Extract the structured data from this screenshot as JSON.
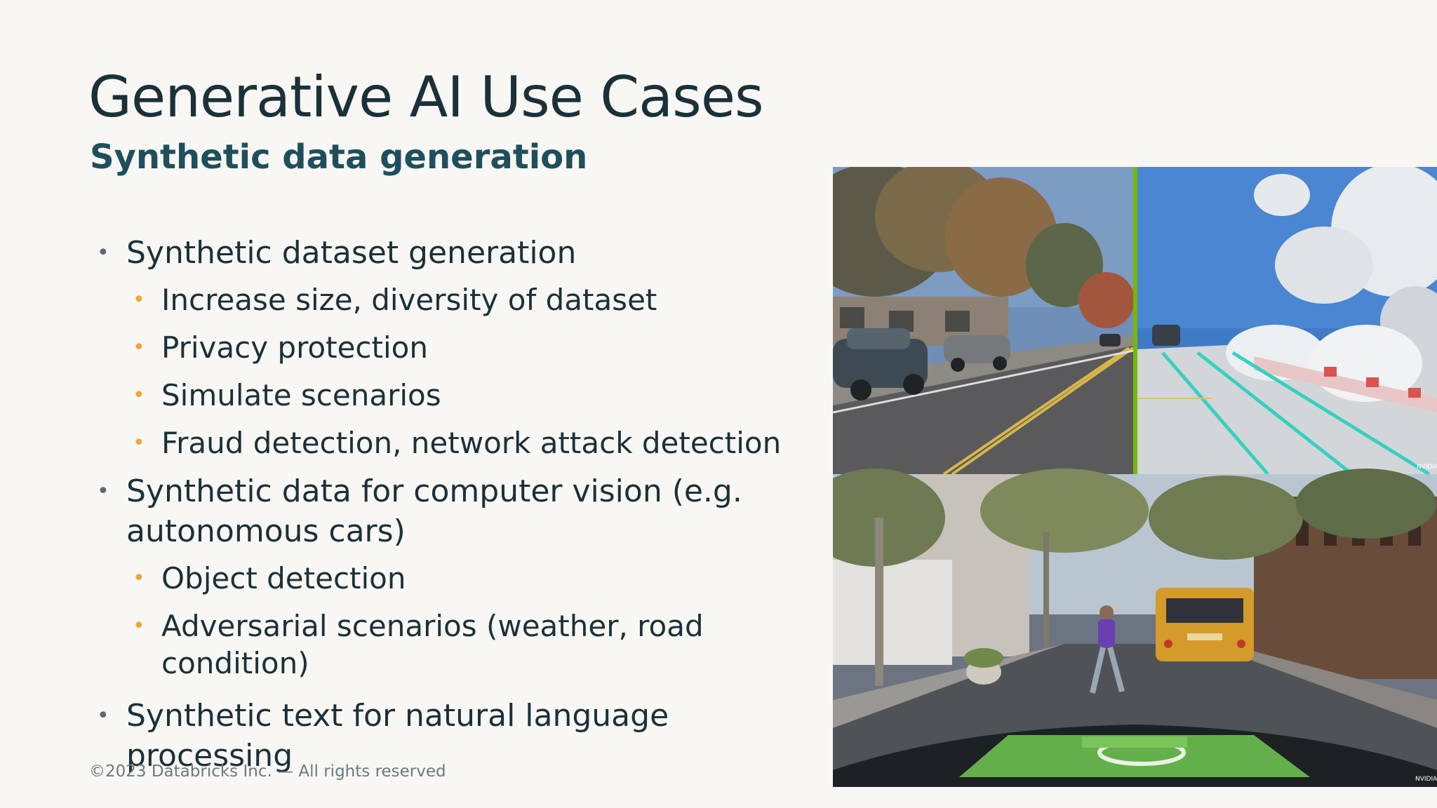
{
  "slide": {
    "title": "Generative AI Use Cases",
    "subtitle": "Synthetic data generation",
    "bullets": [
      {
        "text": "Synthetic dataset generation",
        "children": [
          "Increase size, diversity of dataset",
          "Privacy protection",
          "Simulate scenarios",
          "Fraud detection, network attack detection"
        ]
      },
      {
        "text": "Synthetic data for computer vision (e.g. autonomous cars)",
        "children": [
          "Object detection",
          "Adversarial scenarios (weather, road condition)"
        ]
      },
      {
        "text": "Synthetic text for natural language processing",
        "children": []
      }
    ],
    "footer": "©2023 Databricks Inc. — All rights reserved"
  },
  "images": {
    "top_left": "street-scene-real",
    "top_right": "street-scene-point-cloud",
    "bottom": "city-street-pedestrian-school-bus",
    "watermark": "NVIDIA"
  },
  "colors": {
    "background": "#f8f7f4",
    "title": "#1b3139",
    "subtitle": "#1f4f5c",
    "sub_bullet": "#f2a33a",
    "divider": "#76b900"
  }
}
